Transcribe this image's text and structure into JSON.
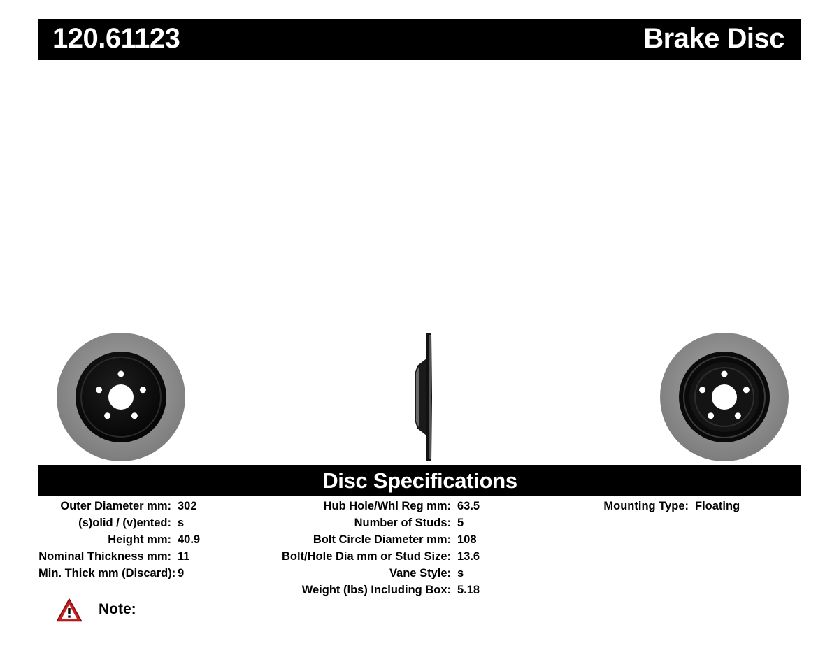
{
  "header": {
    "part_number": "120.61123",
    "product_type": "Brake Disc"
  },
  "views": [
    {
      "name": "front-view",
      "icon": "brake-disc-front-icon"
    },
    {
      "name": "side-view",
      "icon": "brake-disc-side-icon"
    },
    {
      "name": "back-view",
      "icon": "brake-disc-back-icon"
    }
  ],
  "colors": {
    "bar": "#000000",
    "rotor_face": "#8f8f8f",
    "hat": "#0c0c0c",
    "warning_red": "#cc1f1f"
  },
  "specs": {
    "title": "Disc Specifications",
    "column_1": [
      {
        "label": "Outer Diameter mm:",
        "value": "302"
      },
      {
        "label": "(s)olid / (v)ented:",
        "value": "s"
      },
      {
        "label": "Height mm:",
        "value": "40.9"
      },
      {
        "label": "Nominal Thickness mm:",
        "value": "11"
      },
      {
        "label": "Min. Thick mm (Discard):",
        "value": "9"
      }
    ],
    "column_2": [
      {
        "label": "Hub Hole/Whl Reg mm:",
        "value": "63.5"
      },
      {
        "label": "Number of Studs:",
        "value": "5"
      },
      {
        "label": "Bolt Circle Diameter mm:",
        "value": "108"
      },
      {
        "label": "Bolt/Hole Dia mm or Stud Size:",
        "value": "13.6"
      },
      {
        "label": "Vane Style:",
        "value": "s"
      },
      {
        "label": "Weight (lbs) Including Box:",
        "value": "5.18"
      }
    ],
    "column_3": [
      {
        "label": "Mounting Type:",
        "value": "Floating"
      }
    ]
  },
  "note": {
    "icon": "warning-icon",
    "label": "Note:"
  }
}
